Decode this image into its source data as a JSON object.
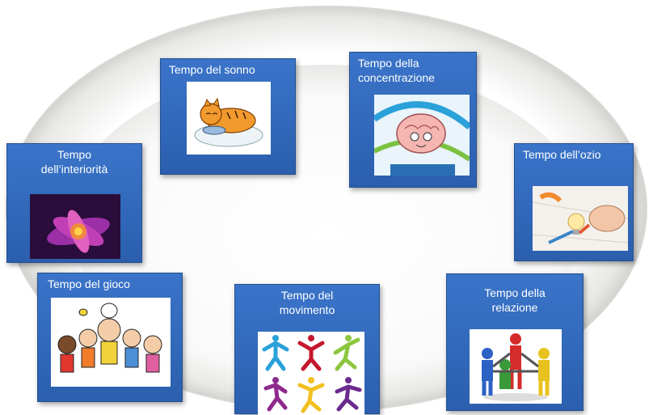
{
  "cards": [
    {
      "id": "sonno",
      "label": "Tempo del sonno",
      "icon": "sleeping-cat-icon"
    },
    {
      "id": "concentrazione",
      "label": "Tempo della concentrazione",
      "icon": "brain-runner-icon"
    },
    {
      "id": "interiorita",
      "label": "Tempo dell’interiorità",
      "icon": "purple-flower-icon"
    },
    {
      "id": "ozio",
      "label": "Tempo dell’ozio",
      "icon": "hand-drawing-bulb-icon"
    },
    {
      "id": "gioco",
      "label": "Tempo del gioco",
      "icon": "cartoon-kids-icon"
    },
    {
      "id": "movimento",
      "label": "Tempo del movimento",
      "icon": "dancing-figures-icon"
    },
    {
      "id": "relazione",
      "label": "Tempo della relazione",
      "icon": "people-circle-icon"
    }
  ],
  "colors": {
    "card": "#2f67b8",
    "plate": "#f3f3f3"
  }
}
